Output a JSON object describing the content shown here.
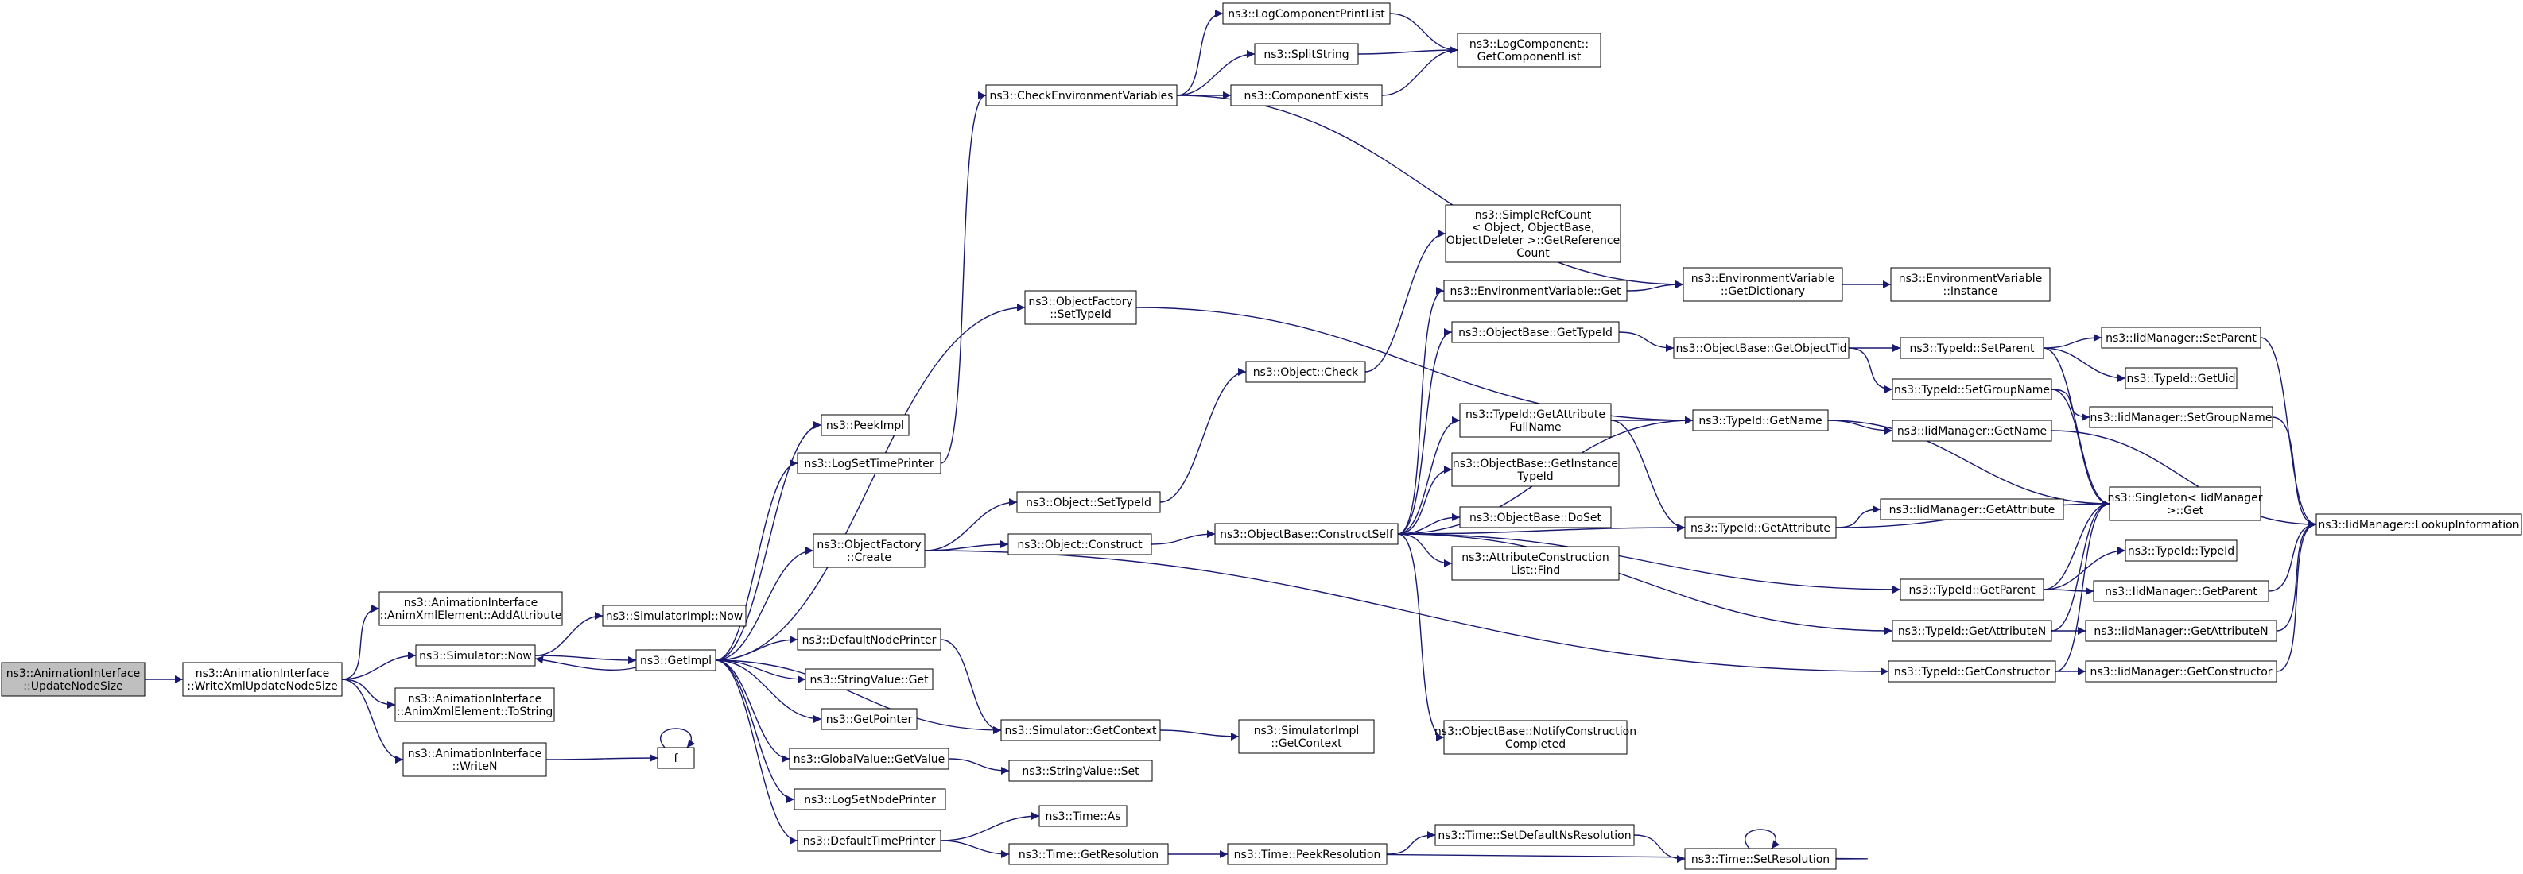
{
  "colors": {
    "edge": "#191970",
    "node_border": "#000000",
    "node_fill": "#ffffff",
    "root_fill": "#bfbfbf",
    "text": "#000000"
  },
  "nodes": {
    "root": [
      "ns3::AnimationInterface",
      "::UpdateNodeSize"
    ],
    "writeXmlUpdateNodeSize": [
      "ns3::AnimationInterface",
      "::WriteXmlUpdateNodeSize"
    ],
    "addAttribute": [
      "ns3::AnimationInterface",
      "::AnimXmlElement::AddAttribute"
    ],
    "simNow": [
      "ns3::Simulator::Now"
    ],
    "toString": [
      "ns3::AnimationInterface",
      "::AnimXmlElement::ToString"
    ],
    "writeN": [
      "ns3::AnimationInterface",
      "::WriteN"
    ],
    "simImplNow": [
      "ns3::SimulatorImpl::Now"
    ],
    "getImpl": [
      "ns3::GetImpl"
    ],
    "f": [
      "f"
    ],
    "peekImpl": [
      "ns3::PeekImpl"
    ],
    "logSetTimePrinter": [
      "ns3::LogSetTimePrinter"
    ],
    "objFactoryCreate": [
      "ns3::ObjectFactory",
      "::Create"
    ],
    "defaultNodePrinter": [
      "ns3::DefaultNodePrinter"
    ],
    "stringValueGet": [
      "ns3::StringValue::Get"
    ],
    "getPointer": [
      "ns3::GetPointer"
    ],
    "globalValueGetValue": [
      "ns3::GlobalValue::GetValue"
    ],
    "logSetNodePrinter": [
      "ns3::LogSetNodePrinter"
    ],
    "defaultTimePrinter": [
      "ns3::DefaultTimePrinter"
    ],
    "checkEnvVars": [
      "ns3::CheckEnvironmentVariables"
    ],
    "objFactorySetTypeId": [
      "ns3::ObjectFactory",
      "::SetTypeId"
    ],
    "objectSetTypeId": [
      "ns3::Object::SetTypeId"
    ],
    "objectConstruct": [
      "ns3::Object::Construct"
    ],
    "simGetContext": [
      "ns3::Simulator::GetContext"
    ],
    "stringValueSet": [
      "ns3::StringValue::Set"
    ],
    "timeAs": [
      "ns3::Time::As"
    ],
    "timeGetResolution": [
      "ns3::Time::GetResolution"
    ],
    "logComponentPrintList": [
      "ns3::LogComponentPrintList"
    ],
    "splitString": [
      "ns3::SplitString"
    ],
    "componentExists": [
      "ns3::ComponentExists"
    ],
    "objectCheck": [
      "ns3::Object::Check"
    ],
    "objBaseConstructSelf": [
      "ns3::ObjectBase::ConstructSelf"
    ],
    "simImplGetContext": [
      "ns3::SimulatorImpl",
      "::GetContext"
    ],
    "timePeekResolution": [
      "ns3::Time::PeekResolution"
    ],
    "logComponentGetList": [
      "ns3::LogComponent::",
      "GetComponentList"
    ],
    "simpleRefCount": [
      "ns3::SimpleRefCount",
      "< Object, ObjectBase,",
      "ObjectDeleter >::GetReference",
      "Count"
    ],
    "envVarGet": [
      "ns3::EnvironmentVariable::Get"
    ],
    "objBaseGetTypeId": [
      "ns3::ObjectBase::GetTypeId"
    ],
    "typeIdGetAttrFullName": [
      "ns3::TypeId::GetAttribute",
      "FullName"
    ],
    "objBaseGetInstanceTypeId": [
      "ns3::ObjectBase::GetInstance",
      "TypeId"
    ],
    "objBaseDoSet": [
      "ns3::ObjectBase::DoSet"
    ],
    "attrConstructionListFind": [
      "ns3::AttributeConstruction",
      "List::Find"
    ],
    "objBaseNotifyConstructionCompleted": [
      "ns3::ObjectBase::NotifyConstruction",
      "Completed"
    ],
    "timeSetDefaultNsResolution": [
      "ns3::Time::SetDefaultNsResolution"
    ],
    "envVarGetDictionary": [
      "ns3::EnvironmentVariable",
      "::GetDictionary"
    ],
    "objBaseGetObjectTid": [
      "ns3::ObjectBase::GetObjectTid"
    ],
    "typeIdGetName": [
      "ns3::TypeId::GetName"
    ],
    "typeIdGetAttribute": [
      "ns3::TypeId::GetAttribute"
    ],
    "timeSetResolution": [
      "ns3::Time::SetResolution"
    ],
    "envVarInstance": [
      "ns3::EnvironmentVariable",
      "::Instance"
    ],
    "typeIdSetParent": [
      "ns3::TypeId::SetParent"
    ],
    "typeIdSetGroupName": [
      "ns3::TypeId::SetGroupName"
    ],
    "iidManagerGetName": [
      "ns3::IidManager::GetName"
    ],
    "iidManagerGetAttribute": [
      "ns3::IidManager::GetAttribute"
    ],
    "typeIdGetParent": [
      "ns3::TypeId::GetParent"
    ],
    "typeIdGetAttributeN": [
      "ns3::TypeId::GetAttributeN"
    ],
    "typeIdGetConstructor": [
      "ns3::TypeId::GetConstructor"
    ],
    "iidManagerSetParent": [
      "ns3::IidManager::SetParent"
    ],
    "typeIdGetUid": [
      "ns3::TypeId::GetUid"
    ],
    "iidManagerSetGroupName": [
      "ns3::IidManager::SetGroupName"
    ],
    "singletonGet": [
      "ns3::Singleton< IidManager",
      ">::Get"
    ],
    "typeIdTypeId": [
      "ns3::TypeId::TypeId"
    ],
    "iidManagerGetParent": [
      "ns3::IidManager::GetParent"
    ],
    "iidManagerGetAttributeN": [
      "ns3::IidManager::GetAttributeN"
    ],
    "iidManagerGetConstructor": [
      "ns3::IidManager::GetConstructor"
    ],
    "iidManagerLookupInformation": [
      "ns3::IidManager::LookupInformation"
    ]
  }
}
